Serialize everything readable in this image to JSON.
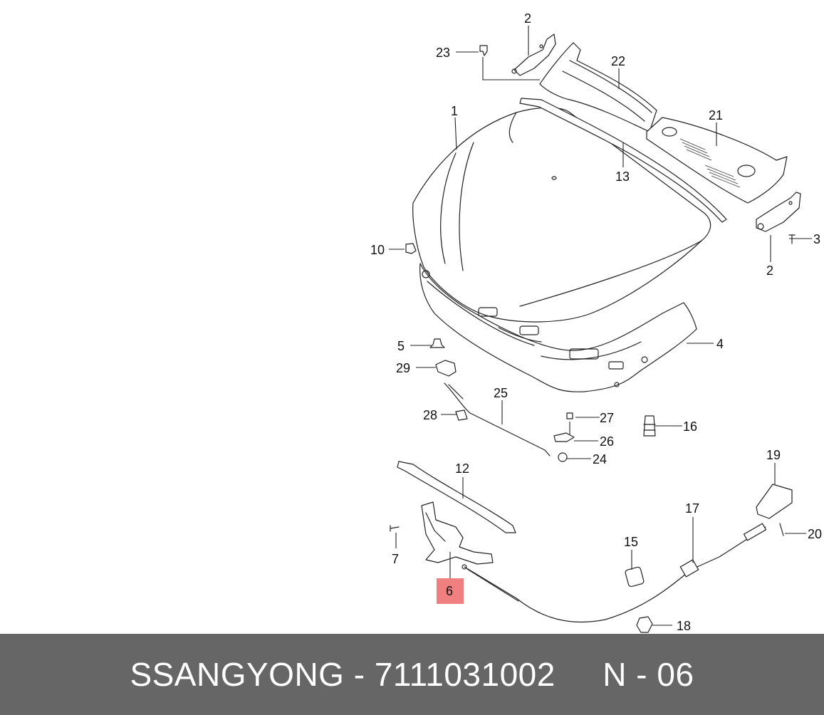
{
  "diagram": {
    "callouts": [
      "1",
      "2",
      "2",
      "3",
      "4",
      "5",
      "6",
      "7",
      "10",
      "12",
      "13",
      "15",
      "16",
      "17",
      "18",
      "19",
      "20",
      "21",
      "22",
      "23",
      "24",
      "25",
      "26",
      "27",
      "28",
      "29"
    ],
    "highlighted_callout": "6",
    "highlight_color": "#f08080"
  },
  "footer": {
    "brand": "SSANGYONG",
    "separator": " - ",
    "part_number": "7111031002",
    "gap": "     ",
    "ref_prefix": "N",
    "ref_sep": " - ",
    "ref_number": "06"
  }
}
